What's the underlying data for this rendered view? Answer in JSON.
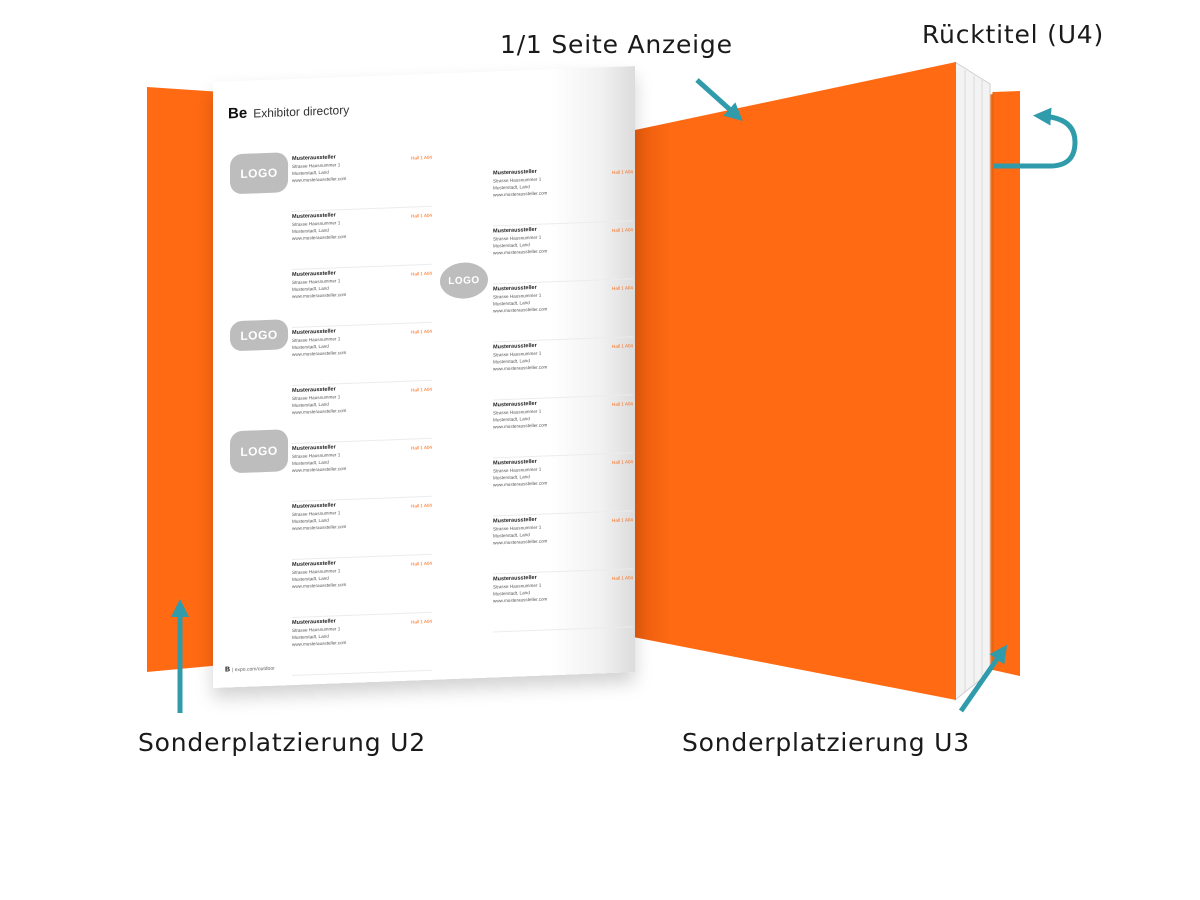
{
  "labels": {
    "seite": "1/1 Seite Anzeige",
    "u4": "Rücktitel (U4)",
    "u2": "Sonderplatzierung U2",
    "u3": "Sonderplatzierung U3"
  },
  "page": {
    "brand": "Be",
    "title": "Exhibitor directory",
    "logo_text": "LOGO",
    "footer_brand": "B",
    "footer_text": "| expo.com/outdoor",
    "left_entries": [
      {
        "name": "Musteraussteller",
        "street": "Strasse Hausnummer 1",
        "city": "Musterstadt, Land",
        "web": "www.musteraussteller.com",
        "hall": "Hall 1 A04"
      },
      {
        "name": "Musteraussteller",
        "street": "Strasse Hausnummer 1",
        "city": "Musterstadt, Land",
        "web": "www.musteraussteller.com",
        "hall": "Hall 1 A04"
      },
      {
        "name": "Musteraussteller",
        "street": "Strasse Hausnummer 1",
        "city": "Musterstadt, Land",
        "web": "www.musteraussteller.com",
        "hall": "Hall 1 A04"
      },
      {
        "name": "Musteraussteller",
        "street": "Strasse Hausnummer 1",
        "city": "Musterstadt, Land",
        "web": "www.musteraussteller.com",
        "hall": "Hall 1 A04"
      },
      {
        "name": "Musteraussteller",
        "street": "Strasse Hausnummer 1",
        "city": "Musterstadt, Land",
        "web": "www.musteraussteller.com",
        "hall": "Hall 1 A04"
      },
      {
        "name": "Musteraussteller",
        "street": "Strasse Hausnummer 1",
        "city": "Musterstadt, Land",
        "web": "www.musteraussteller.com",
        "hall": "Hall 1 A04"
      },
      {
        "name": "Musteraussteller",
        "street": "Strasse Hausnummer 1",
        "city": "Musterstadt, Land",
        "web": "www.musteraussteller.com",
        "hall": "Hall 1 A04"
      },
      {
        "name": "Musteraussteller",
        "street": "Strasse Hausnummer 1",
        "city": "Musterstadt, Land",
        "web": "www.musteraussteller.com",
        "hall": "Hall 1 A04"
      },
      {
        "name": "Musteraussteller",
        "street": "Strasse Hausnummer 1",
        "city": "Musterstadt, Land",
        "web": "www.musteraussteller.com",
        "hall": "Hall 1 A04"
      }
    ],
    "right_entries": [
      {
        "name": "Musteraussteller",
        "street": "Strasse Hausnummer 1",
        "city": "Musterstadt, Land",
        "web": "www.musteraussteller.com",
        "hall": "Hall 1 A04"
      },
      {
        "name": "Musteraussteller",
        "street": "Strasse Hausnummer 1",
        "city": "Musterstadt, Land",
        "web": "www.musteraussteller.com",
        "hall": "Hall 1 A04"
      },
      {
        "name": "Musteraussteller",
        "street": "Strasse Hausnummer 1",
        "city": "Musterstadt, Land",
        "web": "www.musteraussteller.com",
        "hall": "Hall 1 A04"
      },
      {
        "name": "Musteraussteller",
        "street": "Strasse Hausnummer 1",
        "city": "Musterstadt, Land",
        "web": "www.musteraussteller.com",
        "hall": "Hall 1 A04"
      },
      {
        "name": "Musteraussteller",
        "street": "Strasse Hausnummer 1",
        "city": "Musterstadt, Land",
        "web": "www.musteraussteller.com",
        "hall": "Hall 1 A04"
      },
      {
        "name": "Musteraussteller",
        "street": "Strasse Hausnummer 1",
        "city": "Musterstadt, Land",
        "web": "www.musteraussteller.com",
        "hall": "Hall 1 A04"
      },
      {
        "name": "Musteraussteller",
        "street": "Strasse Hausnummer 1",
        "city": "Musterstadt, Land",
        "web": "www.musteraussteller.com",
        "hall": "Hall 1 A04"
      },
      {
        "name": "Musteraussteller",
        "street": "Strasse Hausnummer 1",
        "city": "Musterstadt, Land",
        "web": "www.musteraussteller.com",
        "hall": "Hall 1 A04"
      }
    ]
  },
  "colors": {
    "cover": "#ff6a13",
    "arrow": "#2f9bab",
    "text": "#1a1a1a",
    "logo_placeholder": "#bdbdbd"
  },
  "icons": {
    "arrow": "arrow-icon",
    "curved_arrow": "curved-arrow-icon"
  }
}
